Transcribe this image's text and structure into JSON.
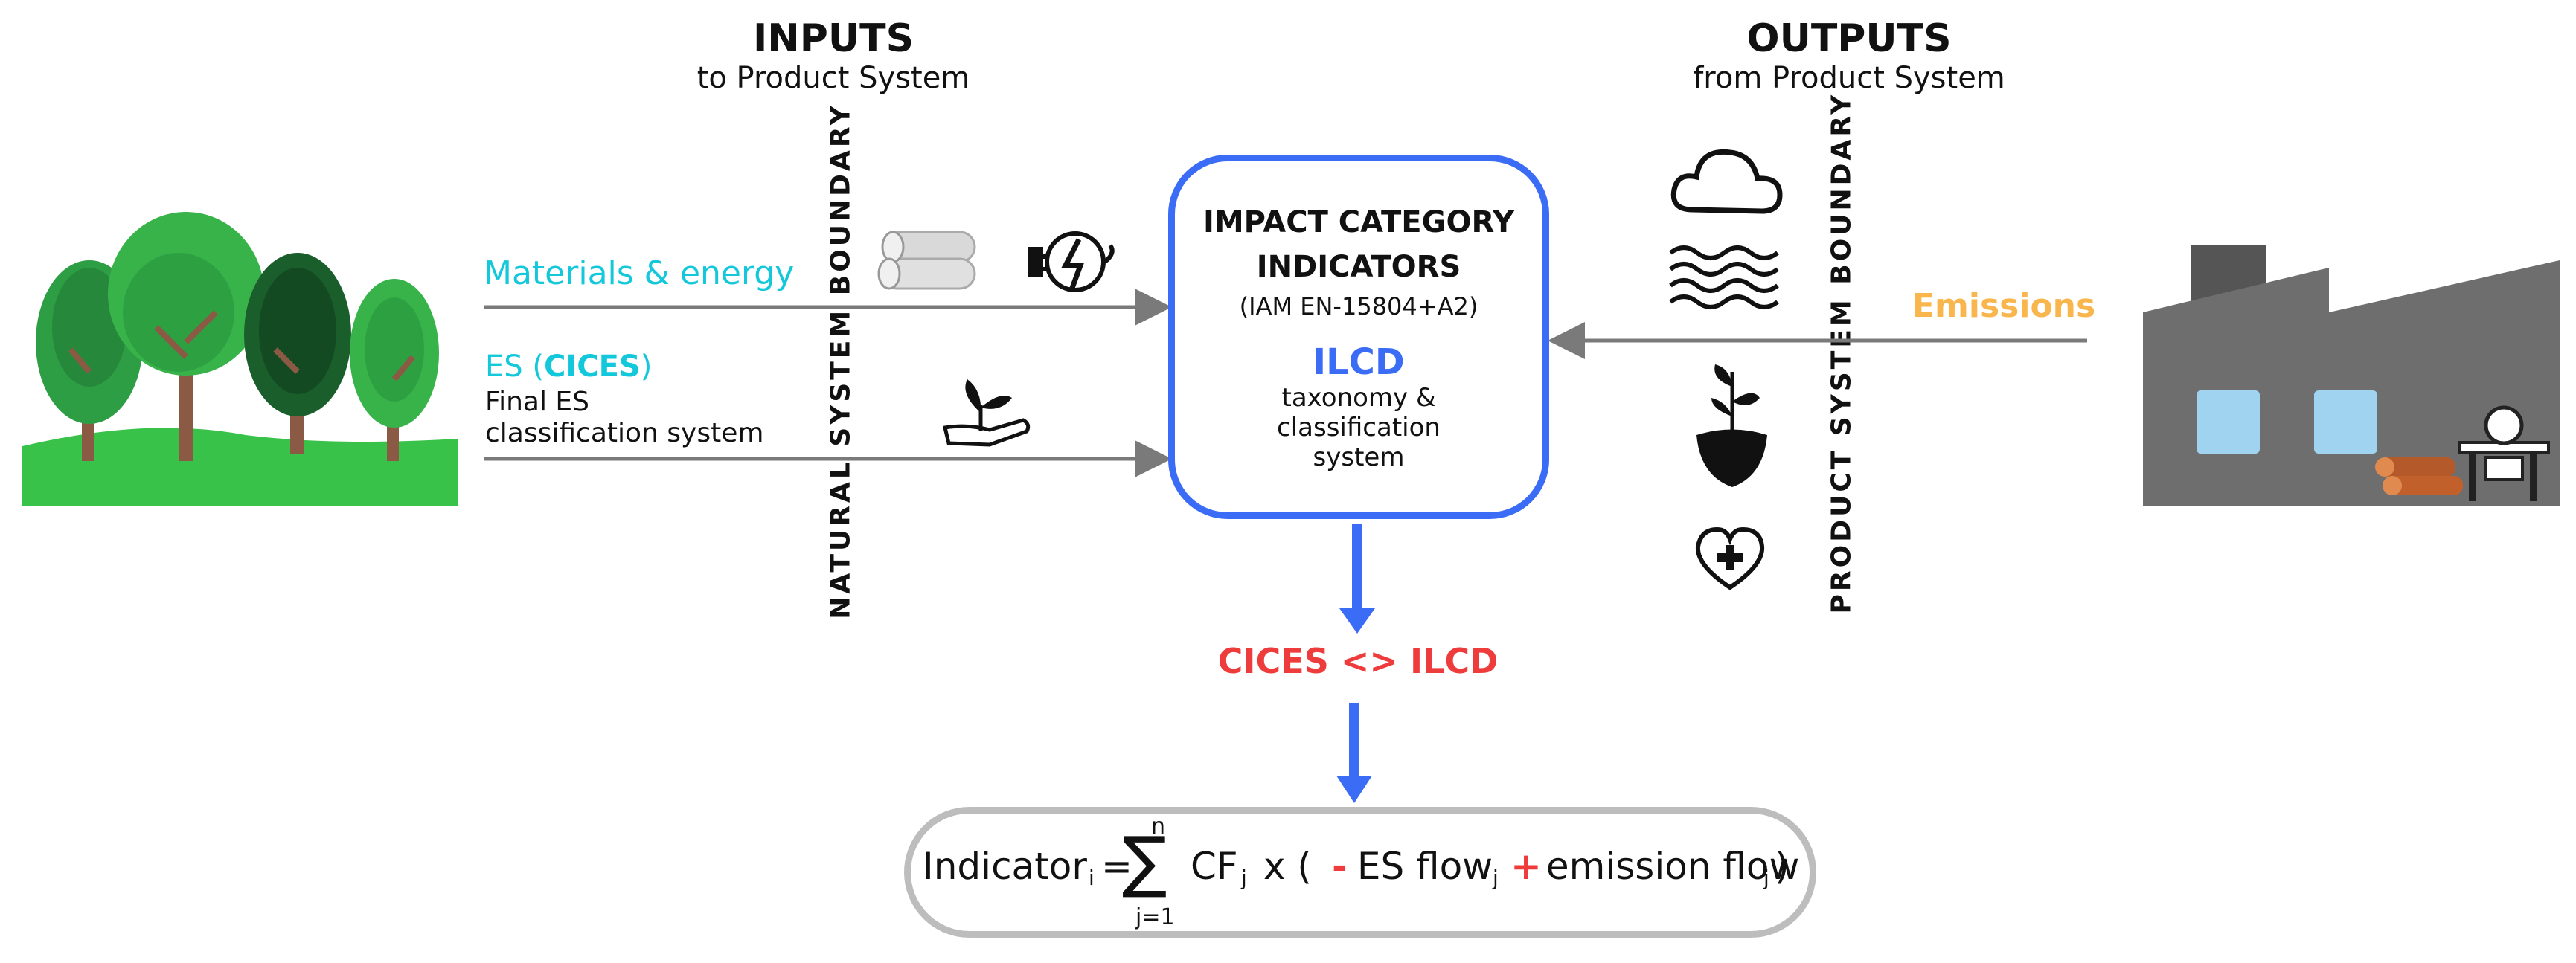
{
  "inputs": {
    "title": "INPUTS",
    "subtitle": "to Product System"
  },
  "outputs": {
    "title": "OUTPUTS",
    "subtitle": "from Product System"
  },
  "boundaries": {
    "natural": "NATURAL   SYSTEM   BOUNDARY",
    "product": "PRODUCT SYSTEM   BOUNDARY"
  },
  "flows": {
    "materials": "Materials & energy",
    "es_prefix": "ES (",
    "es_cices": "CICES",
    "es_suffix": ")",
    "es_desc_1": "Final ES",
    "es_desc_2": "classification system",
    "emissions": "Emissions"
  },
  "impact_box": {
    "title_1": "IMPACT CATEGORY",
    "title_2": "INDICATORS",
    "method": "(IAM EN-15804+A2)",
    "ilcd": "ILCD",
    "desc_1": "taxonomy &",
    "desc_2": "classification",
    "desc_3": "system"
  },
  "mapping": "CICES <> ILCD",
  "formula": {
    "indicator": "Indicator",
    "sub_i": "i",
    "equals": "=",
    "sum_top": "n",
    "sum_bottom": "j=1",
    "cf": "CF",
    "sub_j1": "j",
    "times_open": " x (",
    "minus": "-",
    "es_flow": " ES flow",
    "sub_j2": "j",
    "plus": "+",
    "emission_flow": " emission flow",
    "sub_j3": "j",
    "close": ")"
  },
  "colors": {
    "cyan": "#14c8dc",
    "blue": "#3b6cf6",
    "red": "#ee3b3b",
    "orange": "#f8b64c",
    "grey_arrow": "#7a7a7a",
    "green_dark": "#1f7a35",
    "green_light": "#38c24a",
    "factory": "#6e6e6e",
    "window": "#9fd3ef"
  },
  "icons": [
    "logs-icon",
    "plug-energy-icon",
    "plant-hand-icon",
    "cloud-icon",
    "water-waves-icon",
    "soil-plant-icon",
    "heart-health-icon",
    "trees-illustration",
    "factory-illustration"
  ]
}
